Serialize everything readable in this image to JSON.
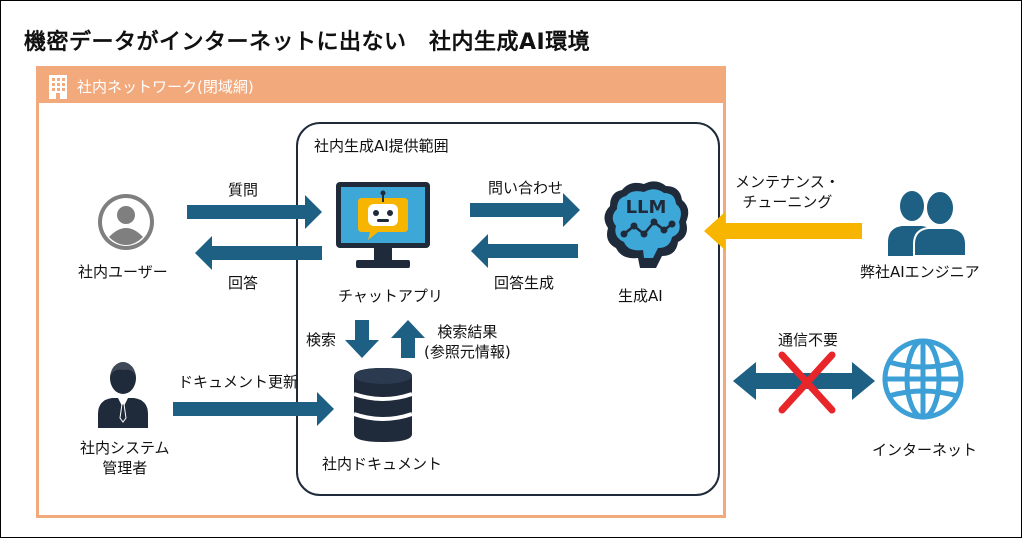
{
  "title": "機密データがインターネットに出ない　社内生成AI環境",
  "network": {
    "label": "社内ネットワーク(閉域網)"
  },
  "scope": {
    "label": "社内生成AI提供範囲"
  },
  "nodes": {
    "user": "社内ユーザー",
    "chat": "チャットアプリ",
    "ai": "生成AI",
    "llm": "LLM",
    "docs": "社内ドキュメント",
    "admin_line1": "社内システム",
    "admin_line2": "管理者",
    "engineer": "弊社AIエンジニア",
    "internet": "インターネット"
  },
  "edges": {
    "question": "質問",
    "answer": "回答",
    "inquiry": "問い合わせ",
    "answer_gen": "回答生成",
    "search": "検索",
    "result_line1": "検索結果",
    "result_line2": "(参照元情報)",
    "doc_update": "ドキュメント更新",
    "maint_line1": "メンテナンス・",
    "maint_line2": "チューニング",
    "no_comm": "通信不要"
  },
  "colors": {
    "arrow": "#1E5F84",
    "network": "#F2A97C",
    "maint_arrow": "#F7B500",
    "cross": "#E8262A",
    "icon_dark": "#1E5F84",
    "globe": "#3C9FD6",
    "user_gray": "#7F7F7F"
  }
}
